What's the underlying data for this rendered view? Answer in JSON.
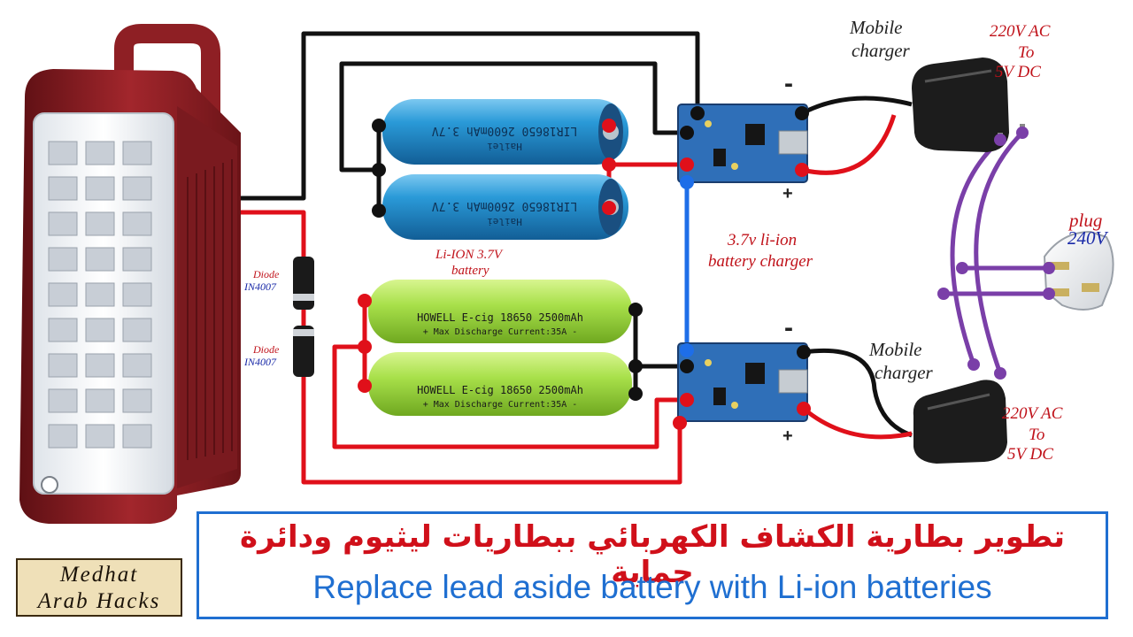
{
  "title": {
    "arabic": "تطوير بطارية الكشاف الكهربائي ببطاريات ليثيوم ودائرة حماية",
    "english": "Replace lead aside battery with Li-ion batteries"
  },
  "badge": {
    "line1": "Medhat",
    "line2": "Arab Hacks"
  },
  "labels": {
    "mobile_charger_top_1": "Mobile",
    "mobile_charger_top_2": "charger",
    "ac_top_1": "220V  AC",
    "ac_top_2": "To",
    "ac_top_3": "5V  DC",
    "minus_top": "-",
    "plus_top": "+",
    "plug_1": "plug",
    "plug_2": "240V",
    "module_1": "3.7v li-ion",
    "module_2": "battery charger",
    "liion_1": "Li-ION 3.7V",
    "liion_2": "battery",
    "diode1_1": "Diode",
    "diode1_2": "IN4007",
    "diode2_1": "Diode",
    "diode2_2": "IN4007",
    "mobile_charger_bottom_1": "Mobile",
    "mobile_charger_bottom_2": "charger",
    "minus_bottom": "-",
    "plus_bottom": "+",
    "ac_bottom_1": "220V  AC",
    "ac_bottom_2": "To",
    "ac_bottom_3": "5V  DC"
  },
  "cells": {
    "blue_cell": "LIR18650 2600mAh 3.7V",
    "blue_cell_sub": "Hailei",
    "green_cell_1": "HOWELL E-cig 18650 2500mAh",
    "green_cell_2": "+ Max Discharge Current:35A -"
  },
  "colors": {
    "wire_black": "#111111",
    "wire_red": "#e0101a",
    "wire_blue": "#1e6ee8",
    "wire_purple": "#7a3fa8",
    "lantern": "#8e1f24",
    "cell_blue": "#2a9ad8",
    "cell_green": "#a8e04a",
    "module": "#2f6fb8"
  }
}
